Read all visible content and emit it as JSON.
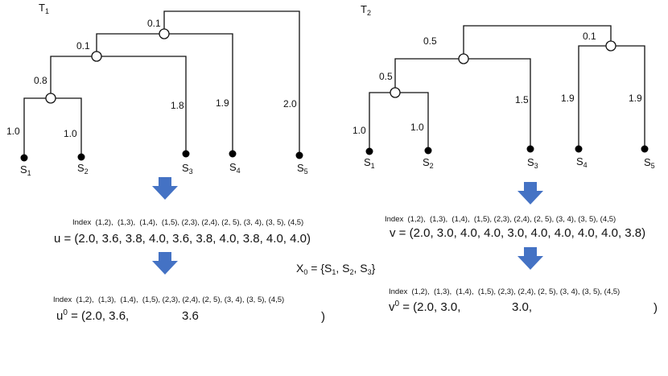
{
  "tree1": {
    "title_letter": "T",
    "title_sub": "1",
    "edge_labels": [
      "0.1",
      "0.1",
      "0.8",
      "1.0",
      "1.0",
      "1.8",
      "1.9",
      "2.0"
    ],
    "leaves": [
      {
        "letter": "S",
        "sub": "1"
      },
      {
        "letter": "S",
        "sub": "2"
      },
      {
        "letter": "S",
        "sub": "3"
      },
      {
        "letter": "S",
        "sub": "4"
      },
      {
        "letter": "S",
        "sub": "5"
      }
    ]
  },
  "tree2": {
    "title_letter": "T",
    "title_sub": "2",
    "edge_labels": [
      "0.5",
      "0.1",
      "0.5",
      "1.5",
      "1.0",
      "1.0",
      "1.9",
      "1.9"
    ],
    "leaves": [
      {
        "letter": "S",
        "sub": "1"
      },
      {
        "letter": "S",
        "sub": "2"
      },
      {
        "letter": "S",
        "sub": "3"
      },
      {
        "letter": "S",
        "sub": "4"
      },
      {
        "letter": "S",
        "sub": "5"
      }
    ]
  },
  "index_row": "Index  (1,2),  (1,3),  (1,4),  (1,5), (2,3), (2,4), (2, 5), (3, 4), (3, 5), (4,5)",
  "vector_u": "u = (2.0, 3.6, 3.8, 4.0, 3.6, 3.8, 4.0, 3.8, 4.0, 4.0)",
  "vector_v": "v = (2.0, 3.0, 4.0, 4.0, 3.0, 4.0, 4.0, 4.0, 4.0, 3.8)",
  "u0": {
    "base": "u",
    "sup": "0",
    "eq": " = (2.0, 3.6,",
    "mid": "3.6",
    "close": ")"
  },
  "v0": {
    "base": "v",
    "sup": "0",
    "eq": " = (2.0, 3.0,",
    "mid": "3.0,",
    "close": ")"
  },
  "x0": {
    "name": "X",
    "sub": "0",
    "eq": " = {S",
    "s1": "1",
    "sep1": ", S",
    "s2": "2",
    "sep2": ", S",
    "s3": "3",
    "end": "}"
  },
  "colors": {
    "arrow": "#4472c4",
    "line": "#111111"
  }
}
